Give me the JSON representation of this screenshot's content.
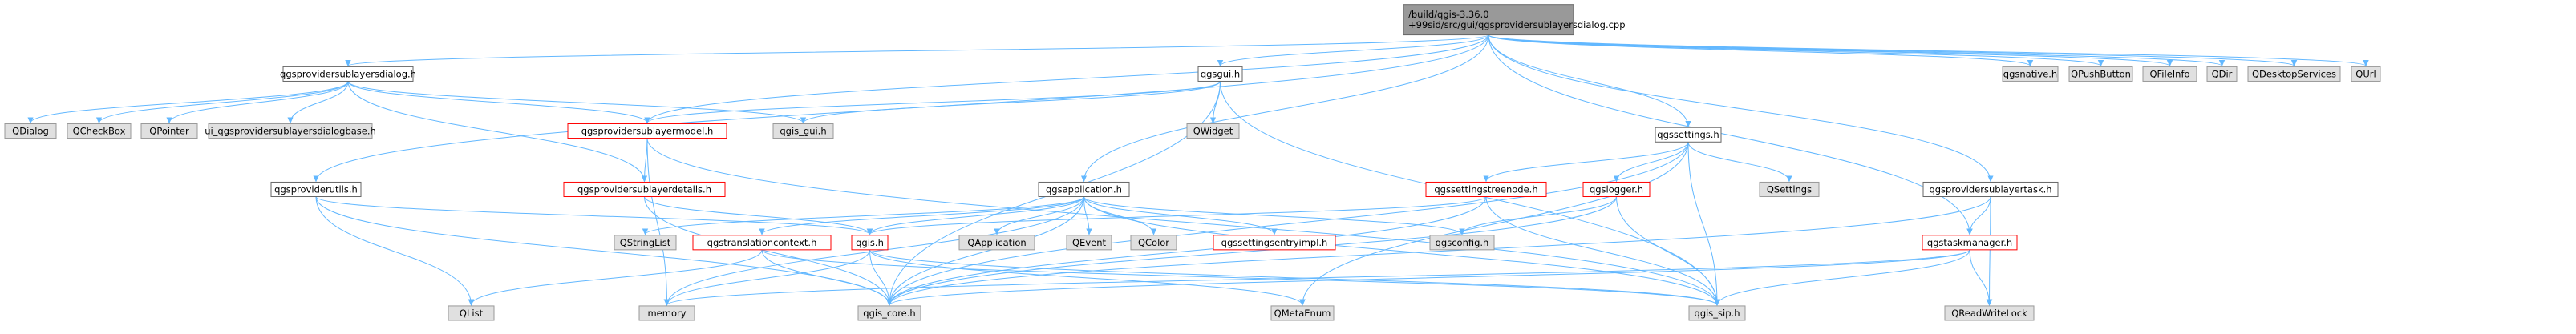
{
  "colors": {
    "edge": "#63b8ff",
    "root_fill": "#999999",
    "root_border": "#666666",
    "node_fill": "#ffffff",
    "node_border": "#666666",
    "external_fill": "#e0e0e0",
    "external_border": "#999999",
    "truncated_border": "#ff0000",
    "text": "#000000"
  },
  "nodes": [
    {
      "id": "root",
      "lines": [
        "/build/qgis-3.36.0",
        "+99sid/src/gui/qgsprovidersublayersdialog.cpp"
      ],
      "style": "root"
    },
    {
      "id": "dlg_h",
      "lines": [
        "qgsprovidersublayersdialog.h"
      ],
      "style": "normal"
    },
    {
      "id": "qgsgui_h",
      "lines": [
        "qgsgui.h"
      ],
      "style": "normal"
    },
    {
      "id": "qgssettings_h",
      "lines": [
        "qgssettings.h"
      ],
      "style": "normal"
    },
    {
      "id": "task_h",
      "lines": [
        "qgsprovidersublayertask.h"
      ],
      "style": "normal"
    },
    {
      "id": "qgsnative_h",
      "lines": [
        "qgsnative.h"
      ],
      "style": "external"
    },
    {
      "id": "qpushbutton",
      "lines": [
        "QPushButton"
      ],
      "style": "external"
    },
    {
      "id": "qfileinfo",
      "lines": [
        "QFileInfo"
      ],
      "style": "external"
    },
    {
      "id": "qdir",
      "lines": [
        "QDir"
      ],
      "style": "external"
    },
    {
      "id": "qdesktopservices",
      "lines": [
        "QDesktopServices"
      ],
      "style": "external"
    },
    {
      "id": "qurl",
      "lines": [
        "QUrl"
      ],
      "style": "external"
    },
    {
      "id": "qdialog",
      "lines": [
        "QDialog"
      ],
      "style": "external"
    },
    {
      "id": "qcheckbox",
      "lines": [
        "QCheckBox"
      ],
      "style": "external"
    },
    {
      "id": "qpointer",
      "lines": [
        "QPointer"
      ],
      "style": "external"
    },
    {
      "id": "ui_base",
      "lines": [
        "ui_qgsprovidersublayersdialogbase.h"
      ],
      "style": "external"
    },
    {
      "id": "model_h",
      "lines": [
        "qgsprovidersublayermodel.h"
      ],
      "style": "truncated"
    },
    {
      "id": "qgis_gui",
      "lines": [
        "qgis_gui.h"
      ],
      "style": "external"
    },
    {
      "id": "qwidget",
      "lines": [
        "QWidget"
      ],
      "style": "external"
    },
    {
      "id": "providerutils",
      "lines": [
        "qgsproviderutils.h"
      ],
      "style": "normal"
    },
    {
      "id": "details_h",
      "lines": [
        "qgsprovidersublayerdetails.h"
      ],
      "style": "truncated"
    },
    {
      "id": "qgsapp_h",
      "lines": [
        "qgsapplication.h"
      ],
      "style": "normal"
    },
    {
      "id": "treenode_h",
      "lines": [
        "qgssettingstreenode.h"
      ],
      "style": "truncated"
    },
    {
      "id": "logger_h",
      "lines": [
        "qgslogger.h"
      ],
      "style": "truncated"
    },
    {
      "id": "qsettings",
      "lines": [
        "QSettings"
      ],
      "style": "external"
    },
    {
      "id": "taskmgr_h",
      "lines": [
        "qgstaskmanager.h"
      ],
      "style": "truncated"
    },
    {
      "id": "qstringlist",
      "lines": [
        "QStringList"
      ],
      "style": "external"
    },
    {
      "id": "translation_h",
      "lines": [
        "qgstranslationcontext.h"
      ],
      "style": "truncated"
    },
    {
      "id": "qgis_h",
      "lines": [
        "qgis.h"
      ],
      "style": "truncated"
    },
    {
      "id": "qapplication",
      "lines": [
        "QApplication"
      ],
      "style": "external"
    },
    {
      "id": "qevent",
      "lines": [
        "QEvent"
      ],
      "style": "external"
    },
    {
      "id": "qcolor",
      "lines": [
        "QColor"
      ],
      "style": "external"
    },
    {
      "id": "entryimpl_h",
      "lines": [
        "qgssettingsentryimpl.h"
      ],
      "style": "truncated"
    },
    {
      "id": "qgsconfig_h",
      "lines": [
        "qgsconfig.h"
      ],
      "style": "external"
    },
    {
      "id": "qlist",
      "lines": [
        "QList"
      ],
      "style": "external"
    },
    {
      "id": "memory",
      "lines": [
        "memory"
      ],
      "style": "external"
    },
    {
      "id": "qgis_core",
      "lines": [
        "qgis_core.h"
      ],
      "style": "external"
    },
    {
      "id": "qmetaenum",
      "lines": [
        "QMetaEnum"
      ],
      "style": "external"
    },
    {
      "id": "qgis_sip",
      "lines": [
        "qgis_sip.h"
      ],
      "style": "external"
    },
    {
      "id": "qreadwritelock",
      "lines": [
        "QReadWriteLock"
      ],
      "style": "external"
    }
  ],
  "edges": [
    [
      "root",
      "dlg_h"
    ],
    [
      "root",
      "qgsgui_h"
    ],
    [
      "root",
      "qgssettings_h"
    ],
    [
      "root",
      "task_h"
    ],
    [
      "root",
      "qgsnative_h"
    ],
    [
      "root",
      "qpushbutton"
    ],
    [
      "root",
      "qfileinfo"
    ],
    [
      "root",
      "qdir"
    ],
    [
      "root",
      "qdesktopservices"
    ],
    [
      "root",
      "qurl"
    ],
    [
      "root",
      "model_h"
    ],
    [
      "root",
      "providerutils"
    ],
    [
      "root",
      "qgsapp_h"
    ],
    [
      "root",
      "taskmgr_h"
    ],
    [
      "dlg_h",
      "qdialog"
    ],
    [
      "dlg_h",
      "qcheckbox"
    ],
    [
      "dlg_h",
      "qpointer"
    ],
    [
      "dlg_h",
      "ui_base"
    ],
    [
      "dlg_h",
      "qgis_gui"
    ],
    [
      "dlg_h",
      "model_h"
    ],
    [
      "dlg_h",
      "details_h"
    ],
    [
      "qgsgui_h",
      "qgis_gui"
    ],
    [
      "qgsgui_h",
      "qwidget"
    ],
    [
      "qgsgui_h",
      "qgis_core"
    ],
    [
      "qgsgui_h",
      "qgis_sip"
    ],
    [
      "qgsgui_h",
      "model_h"
    ],
    [
      "model_h",
      "details_h"
    ],
    [
      "model_h",
      "memory"
    ],
    [
      "model_h",
      "qgis_sip"
    ],
    [
      "details_h",
      "qgis_h"
    ],
    [
      "details_h",
      "qgis_core"
    ],
    [
      "providerutils",
      "qgis_h"
    ],
    [
      "providerutils",
      "qlist"
    ],
    [
      "providerutils",
      "qgis_core"
    ],
    [
      "qgsapp_h",
      "qstringlist"
    ],
    [
      "qgsapp_h",
      "qgis_h"
    ],
    [
      "qgsapp_h",
      "qapplication"
    ],
    [
      "qgsapp_h",
      "qevent"
    ],
    [
      "qgsapp_h",
      "qcolor"
    ],
    [
      "qgsapp_h",
      "entryimpl_h"
    ],
    [
      "qgsapp_h",
      "qgsconfig_h"
    ],
    [
      "qgsapp_h",
      "memory"
    ],
    [
      "qgsapp_h",
      "qgis_core"
    ],
    [
      "qgsapp_h",
      "translation_h"
    ],
    [
      "qgsapp_h",
      "qgis_sip"
    ],
    [
      "qgssettings_h",
      "treenode_h"
    ],
    [
      "qgssettings_h",
      "logger_h"
    ],
    [
      "qgssettings_h",
      "qsettings"
    ],
    [
      "qgssettings_h",
      "qgis_core"
    ],
    [
      "qgssettings_h",
      "qgis_sip"
    ],
    [
      "qgssettings_h",
      "qmetaenum"
    ],
    [
      "treenode_h",
      "qgis_h"
    ],
    [
      "treenode_h",
      "qgis_core"
    ],
    [
      "treenode_h",
      "qgis_sip"
    ],
    [
      "logger_h",
      "qgsconfig_h"
    ],
    [
      "logger_h",
      "qgis_core"
    ],
    [
      "logger_h",
      "qgis_sip"
    ],
    [
      "translation_h",
      "qlist"
    ],
    [
      "translation_h",
      "qgis_core"
    ],
    [
      "translation_h",
      "qgis_sip"
    ],
    [
      "qgis_h",
      "memory"
    ],
    [
      "qgis_h",
      "qgis_core"
    ],
    [
      "qgis_h",
      "qmetaenum"
    ],
    [
      "qgis_h",
      "qgis_sip"
    ],
    [
      "task_h",
      "taskmgr_h"
    ],
    [
      "task_h",
      "qreadwritelock"
    ],
    [
      "task_h",
      "qgis_core"
    ],
    [
      "taskmgr_h",
      "qreadwritelock"
    ],
    [
      "taskmgr_h",
      "qgis_core"
    ],
    [
      "taskmgr_h",
      "qgis_sip"
    ],
    [
      "taskmgr_h",
      "memory"
    ]
  ]
}
